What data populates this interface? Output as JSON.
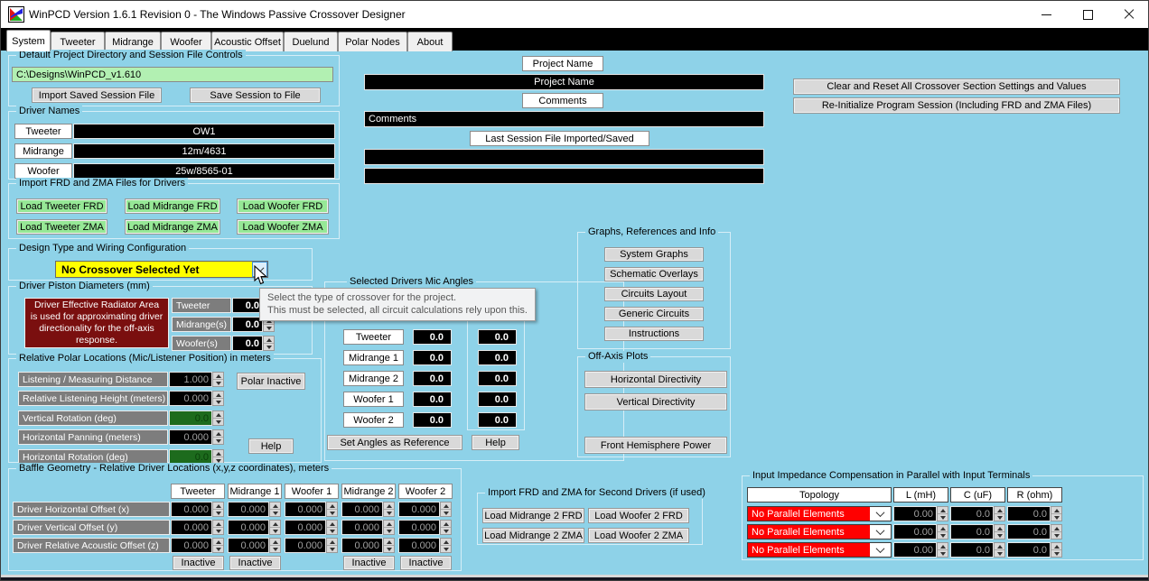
{
  "window": {
    "title": "WinPCD Version 1.6.1 Revision 0 - The Windows Passive Crossover Designer"
  },
  "tabs": [
    "System",
    "Tweeter",
    "Midrange",
    "Woofer",
    "Acoustic Offset",
    "Duelund",
    "Polar Nodes",
    "About"
  ],
  "session": {
    "title": "Default Project Directory and Session File Controls",
    "path": "C:\\Designs\\WinPCD_v1.610",
    "import_button": "Import Saved Session File",
    "save_button": "Save Session to File"
  },
  "driver_names": {
    "title": "Driver Names",
    "rows": [
      {
        "label": "Tweeter",
        "value": "OW1"
      },
      {
        "label": "Midrange",
        "value": "12m/4631"
      },
      {
        "label": "Woofer",
        "value": "25w/8565-01"
      }
    ]
  },
  "import_files": {
    "title": "Import FRD and ZMA Files for Drivers",
    "buttons": [
      "Load Tweeter FRD",
      "Load Midrange FRD",
      "Load Woofer FRD",
      "Load Tweeter ZMA",
      "Load Midrange ZMA",
      "Load Woofer ZMA"
    ]
  },
  "design_type": {
    "title": "Design Type and Wiring Configuration",
    "value": "No Crossover Selected Yet"
  },
  "tooltip": {
    "line1": "Select the type of crossover for the project.",
    "line2": "This must be selected, all circuit calculations rely upon this."
  },
  "piston": {
    "title": "Driver Piston Diameters (mm)",
    "note": "Driver Effective Radiator Area is used for approximating driver directionality for the off-axis response.",
    "rows": [
      {
        "label": "Tweeter",
        "value": "0.0"
      },
      {
        "label": "Midrange(s)",
        "value": "0.0"
      },
      {
        "label": "Woofer(s)",
        "value": "0.0"
      }
    ]
  },
  "polar": {
    "title": "Relative Polar Locations  (Mic/Listener Position) in meters",
    "rows": [
      {
        "label": "Listening / Measuring Distance",
        "value": "1.000"
      },
      {
        "label": "Relative Listening Height (meters)",
        "value": "0.000"
      },
      {
        "label": "Vertical Rotation (deg)",
        "value": "0.0"
      },
      {
        "label": "Horizontal Panning (meters)",
        "value": "0.000"
      },
      {
        "label": "Horizontal Rotation (deg)",
        "value": "0.0"
      }
    ],
    "polar_button": "Polar Inactive",
    "help_button": "Help"
  },
  "baffle": {
    "title": "Baffle Geometry - Relative Driver Locations (x,y,z coordinates), meters",
    "columns": [
      "Tweeter",
      "Midrange 1",
      "Woofer 1",
      "Midrange 2",
      "Woofer 2"
    ],
    "rows": [
      {
        "label": "Driver Horizontal Offset (x)",
        "values": [
          "0.000",
          "0.000",
          "0.000",
          "0.000",
          "0.000"
        ]
      },
      {
        "label": "Driver Vertical Offset (y)",
        "values": [
          "0.000",
          "0.000",
          "0.000",
          "0.000",
          "0.000"
        ]
      },
      {
        "label": "Driver Relative Acoustic Offset (z)",
        "values": [
          "0.000",
          "0.000",
          "0.000",
          "0.000",
          "0.000"
        ]
      }
    ],
    "inactive_button": "Inactive"
  },
  "project": {
    "name_label": "Project Name",
    "name_value": "Project Name",
    "comments_label": "Comments",
    "comments_value": "Comments",
    "last_session_label": "Last Session File Imported/Saved"
  },
  "mic_angles": {
    "title": "Selected Drivers Mic Angles",
    "rows": [
      {
        "label": "Tweeter",
        "v1": "0.0",
        "v2": "0.0"
      },
      {
        "label": "Midrange 1",
        "v1": "0.0",
        "v2": "0.0"
      },
      {
        "label": "Midrange 2",
        "v1": "0.0",
        "v2": "0.0"
      },
      {
        "label": "Woofer 1",
        "v1": "0.0",
        "v2": "0.0"
      },
      {
        "label": "Woofer 2",
        "v1": "0.0",
        "v2": "0.0"
      }
    ],
    "set_button": "Set Angles as Reference",
    "help_button": "Help"
  },
  "second_drivers": {
    "title": "Import FRD and ZMA for Second Drivers (if used)",
    "buttons": [
      "Load Midrange 2 FRD",
      "Load Woofer 2 FRD",
      "Load Midrange 2 ZMA",
      "Load Woofer 2  ZMA"
    ]
  },
  "reset": {
    "clear_button": "Clear and Reset All Crossover Section Settings and Values",
    "reinit_button": "Re-Initialize Program Session (Including FRD and ZMA Files)"
  },
  "graphs": {
    "title": "Graphs, References and Info",
    "buttons": [
      "System Graphs",
      "Schematic Overlays",
      "Circuits Layout",
      "Generic Circuits",
      "Instructions"
    ]
  },
  "offaxis": {
    "title": "Off-Axis Plots",
    "buttons": [
      "Horizontal Directivity",
      "Vertical Directivity",
      "Front Hemisphere Power"
    ]
  },
  "impedance": {
    "title": "Input Impedance Compensation in Parallel with Input Terminals",
    "headers": [
      "Topology",
      "L (mH)",
      "C (uF)",
      "R (ohm)"
    ],
    "rows": [
      {
        "topology": "No Parallel Elements",
        "l": "0.00",
        "c": "0.0",
        "r": "0.0"
      },
      {
        "topology": "No Parallel Elements",
        "l": "0.00",
        "c": "0.0",
        "r": "0.0"
      },
      {
        "topology": "No Parallel Elements",
        "l": "0.00",
        "c": "0.0",
        "r": "0.0"
      }
    ]
  },
  "colors": {
    "background": "#8ed2e8",
    "path_field_green": "#b2f0b2",
    "button_green": "#96e896",
    "rotation_field_green": "#1d6b1d",
    "topology_red": "#ff0000",
    "note_maroon": "#7a0f0f",
    "combo_yellow": "#ffff00"
  }
}
